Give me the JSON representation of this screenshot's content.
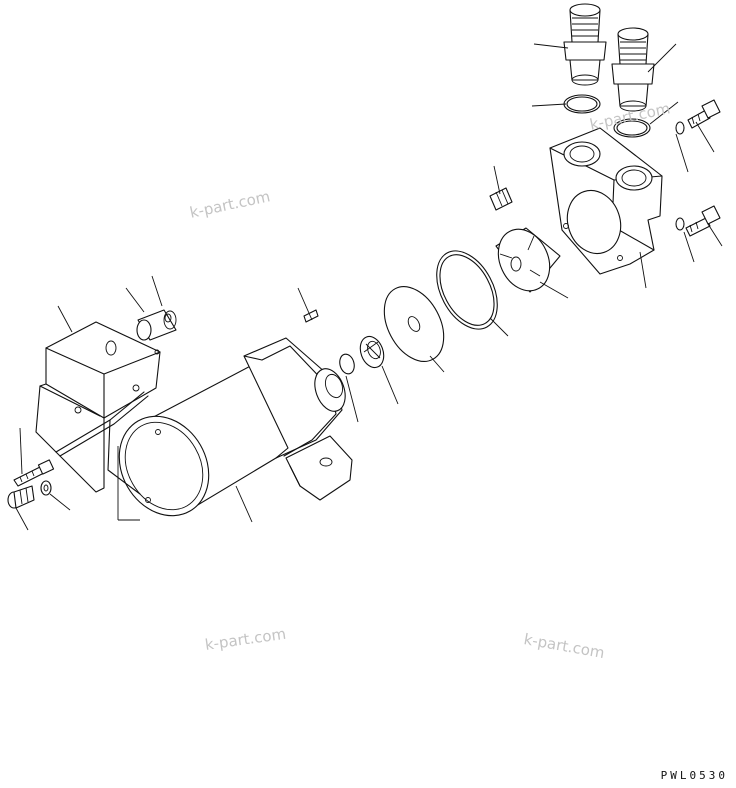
{
  "diagram": {
    "drawing_code": "PWL0530",
    "watermarks": [
      "k-part.com",
      "k-part.com",
      "k-part.com",
      "k-part.com"
    ]
  }
}
